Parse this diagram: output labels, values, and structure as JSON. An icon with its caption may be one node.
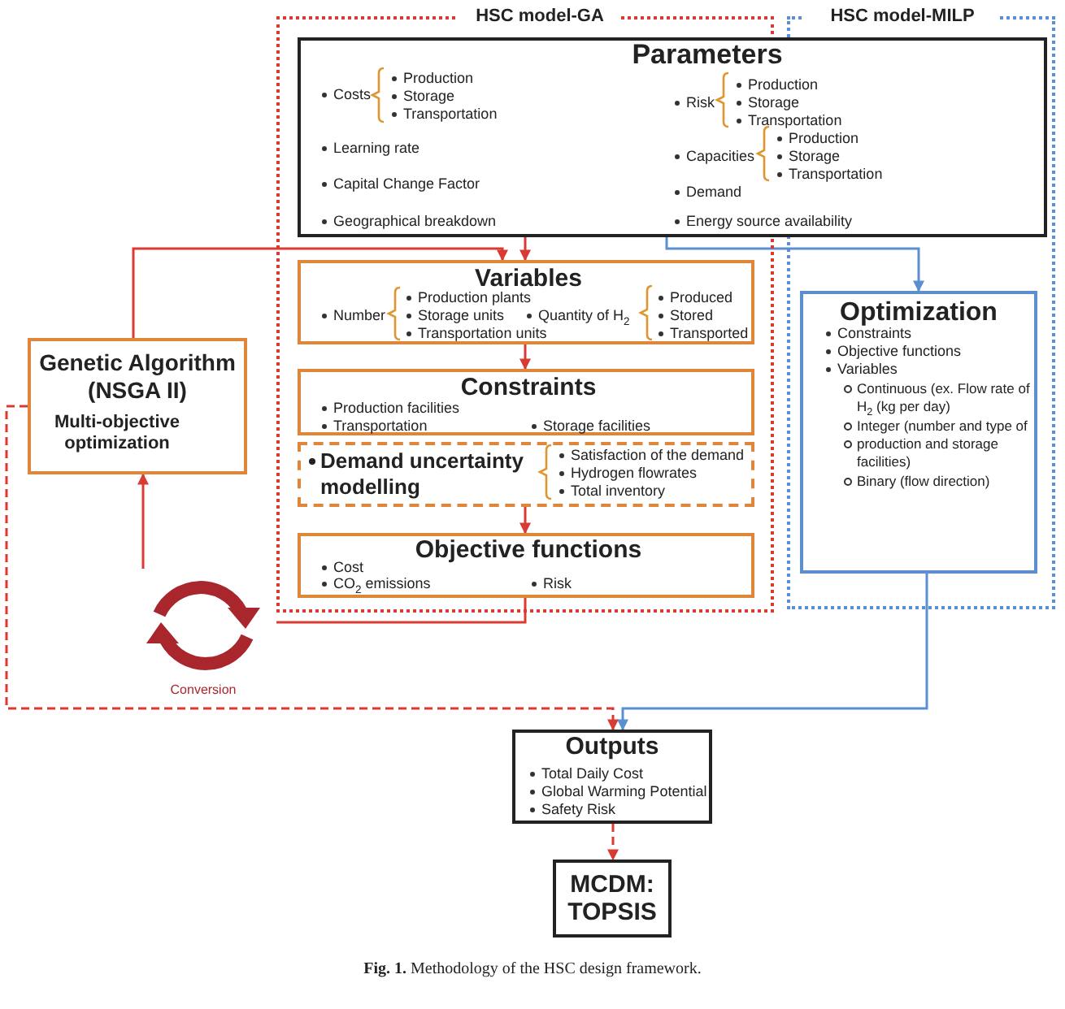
{
  "diagram": {
    "caption": "**Fig. 1.** Methodology of the HSC design framework.",
    "nodes": [
      {
        "text": [
          "HSC model-GA"
        ]
      },
      {
        "text": [
          "HSC model-MILP"
        ]
      },
      {
        "text": [
          "Parameters",
          "Costs",
          "Production",
          "Storage",
          "Transportation",
          "Learning rate",
          "Capital Change Factor",
          "Geographical breakdown",
          "Risk",
          "Production",
          "Storage",
          "Transportation",
          "Capacities",
          "Production",
          "Storage",
          "Transportation",
          "Demand",
          "Energy source availability"
        ]
      },
      {
        "text": [
          "Variables",
          "Number",
          "Production plants",
          "Storage units",
          "Transportation units",
          "Quantity of H$_{2}$",
          "Produced",
          "Stored",
          "Transported"
        ],
        "in": 0
      },
      {
        "text": [
          "Constraints",
          "Production facilities",
          "Transportation",
          "Storage facilities"
        ],
        "in": 0
      },
      {
        "text": [
          "Demand uncertainty modelling",
          "Satisfaction of the demand",
          "Hydrogen flowrates",
          "Total inventory"
        ],
        "in": 0
      },
      {
        "text": [
          "Objective functions",
          "Cost",
          "CO$_{2}$ emissions",
          "Risk"
        ],
        "in": 0
      },
      {
        "text": [
          "Optimization",
          "Constraints",
          "Objective functions",
          "Variables",
          "Continuous (ex. Flow rate of H$_{2}$ (kg per day)",
          "Integer (number and type of",
          "production and storage facilities)",
          "Binary (flow direction)"
        ],
        "in": 1
      },
      {
        "text": [
          "Genetic Algorithm (NSGA II)",
          "Multi-objective optimization"
        ]
      },
      {
        "text": [
          "Conversion"
        ]
      },
      {
        "text": [
          "Outputs",
          "Total Daily Cost",
          "Global Warming Potential",
          "Safety Risk"
        ]
      },
      {
        "text": [
          "MCDM: TOPSIS"
        ]
      }
    ],
    "edges": [
      {
        "from": 2,
        "to": 3,
        "arrow": "to"
      },
      {
        "from": 8,
        "to": 3,
        "arrow": "to"
      },
      {
        "from": 2,
        "to": 7,
        "arrow": "to",
        "color": "#5b8fd0"
      },
      {
        "from": 3,
        "to": 4,
        "arrow": "to"
      },
      {
        "from": 5,
        "to": 6,
        "arrow": "to"
      },
      {
        "from": 6,
        "to": 9,
        "arrow": "none"
      },
      {
        "from": 9,
        "to": 8,
        "arrow": "to"
      },
      {
        "from": 8,
        "to": 10,
        "arrow": "to",
        "style": "dashed"
      },
      {
        "from": 7,
        "to": 10,
        "arrow": "to",
        "color": "#5b8fd0"
      },
      {
        "from": 10,
        "to": 11,
        "arrow": "to",
        "style": "dashed"
      }
    ]
  }
}
